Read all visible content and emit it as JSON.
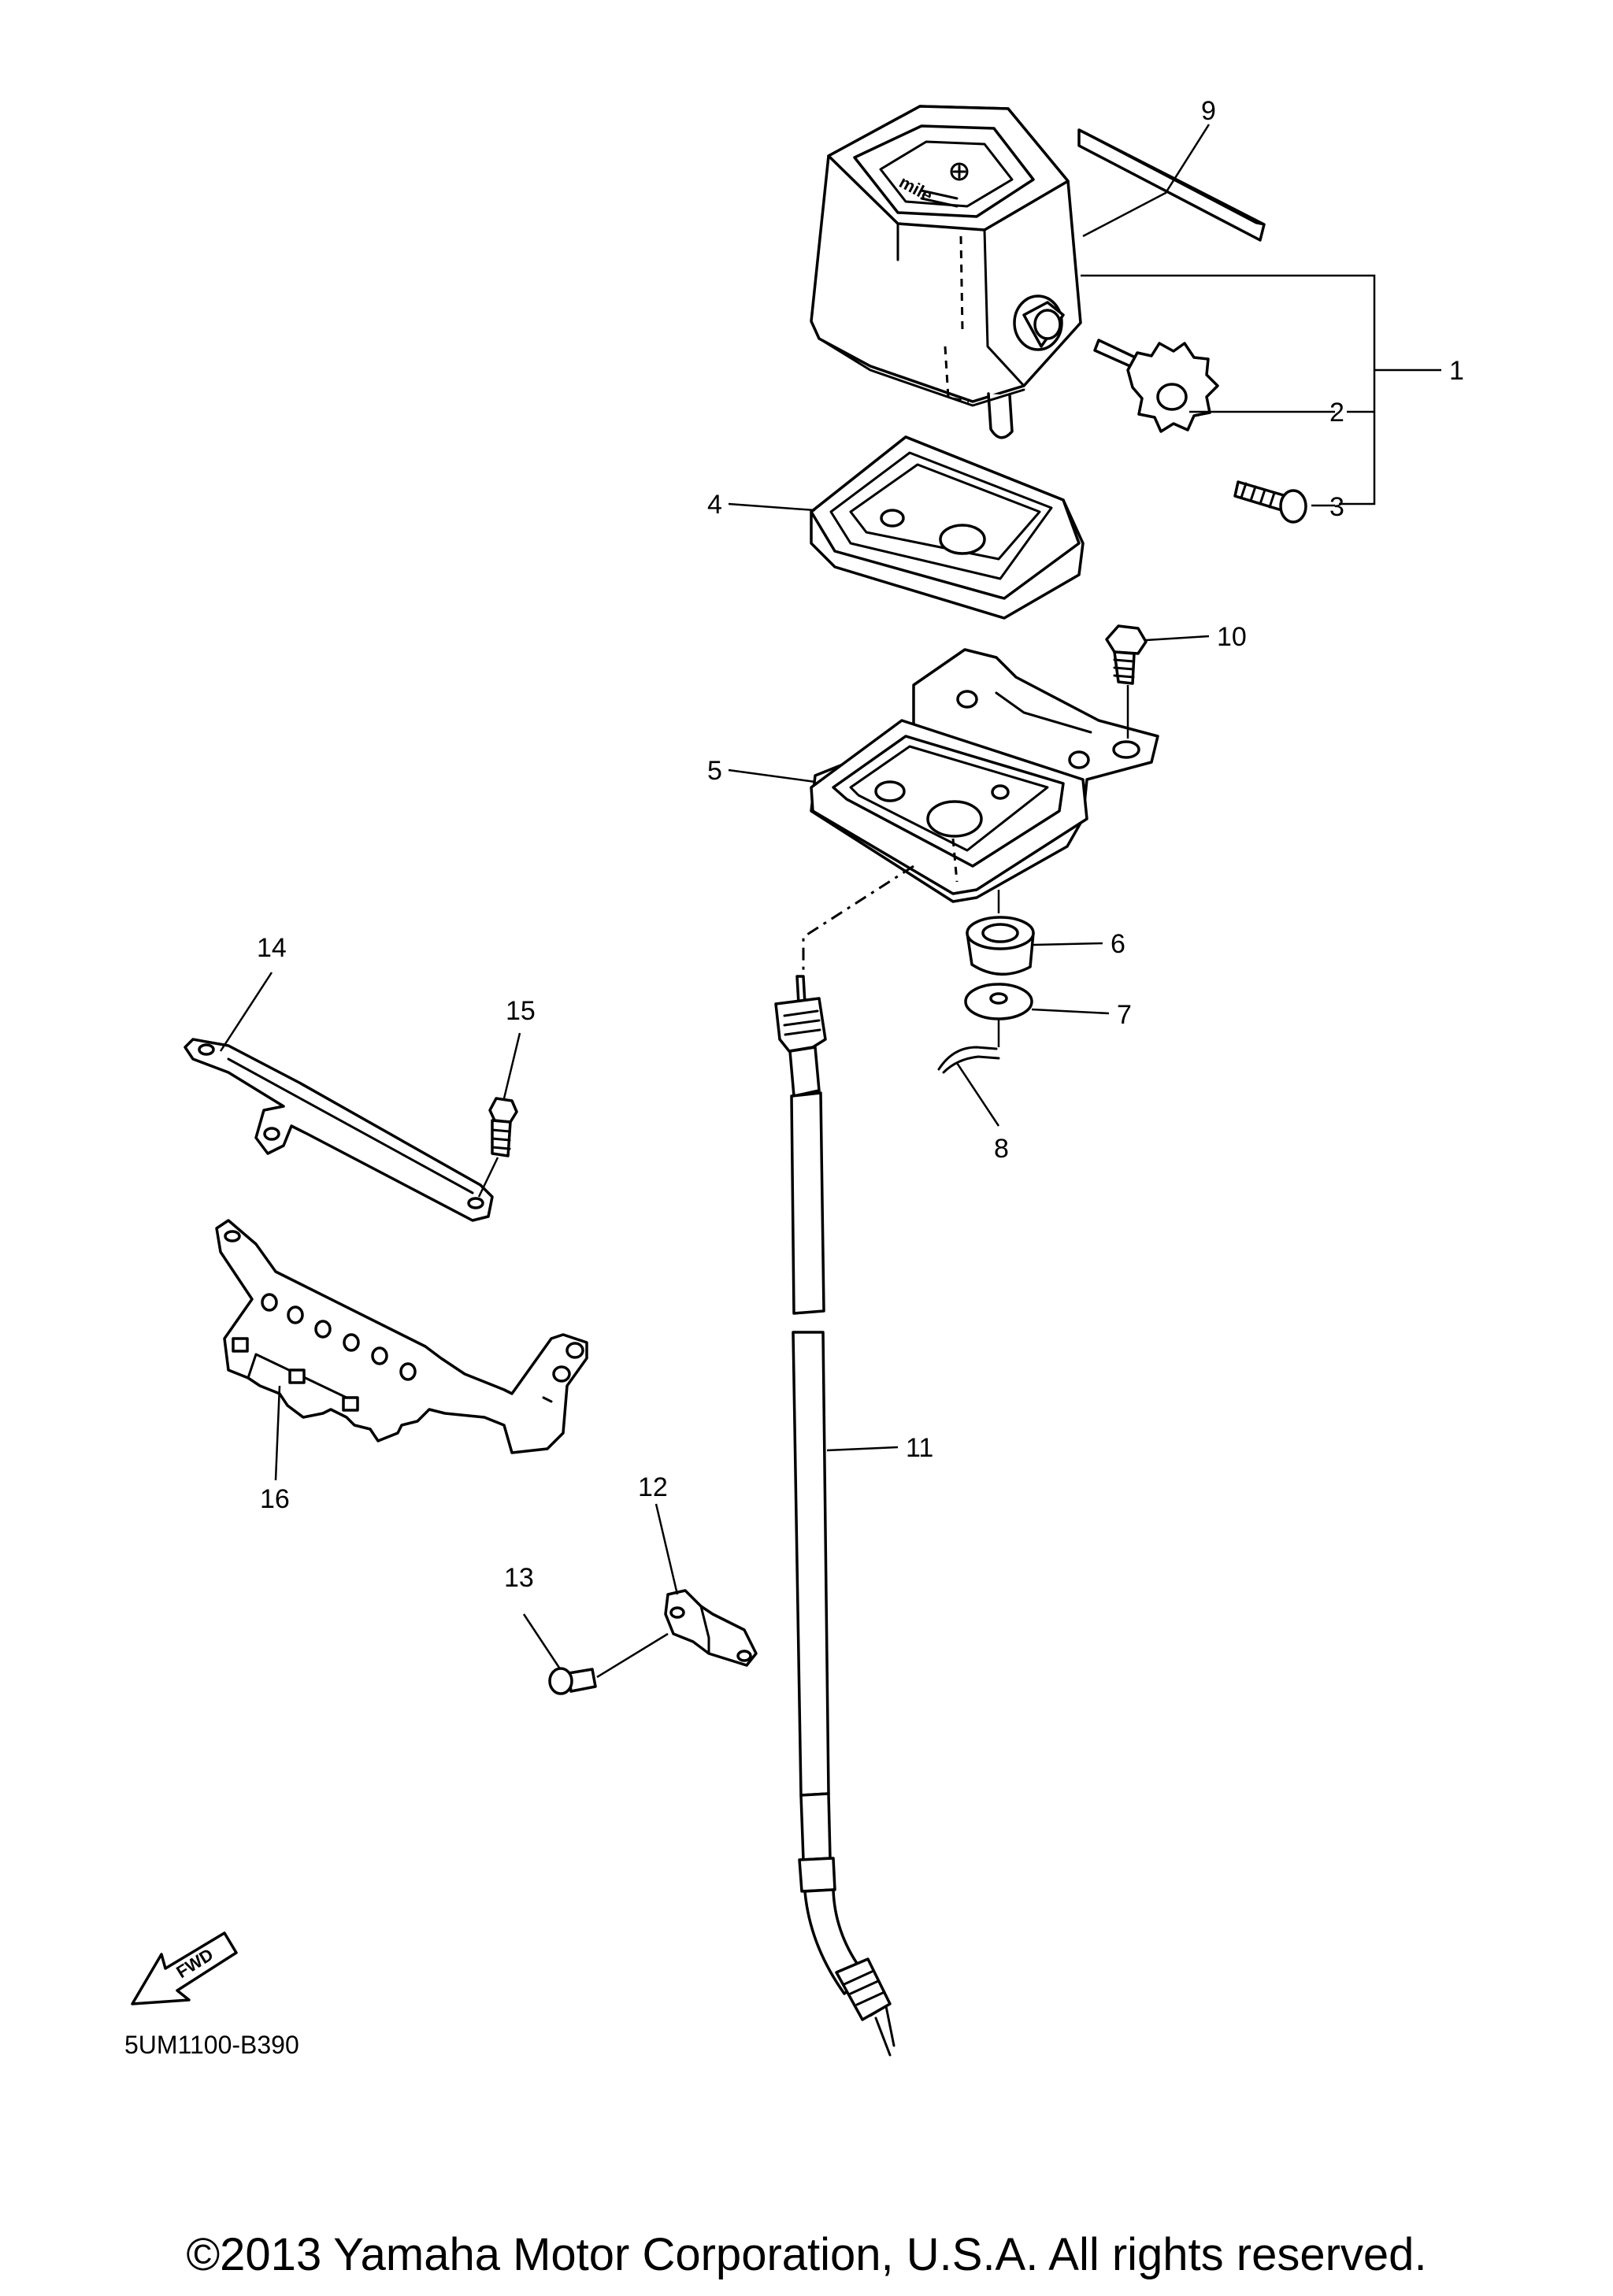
{
  "callouts": [
    "1",
    "2",
    "3",
    "4",
    "5",
    "6",
    "7",
    "8",
    "9",
    "10",
    "11",
    "12",
    "13",
    "14",
    "15",
    "16"
  ],
  "direction_badge": "FWD",
  "gauge_face_label": "mile",
  "diagram_code": "5UM1100-B390",
  "copyright": "©2013 Yamaha Motor Corporation, U.S.A. All rights reserved."
}
